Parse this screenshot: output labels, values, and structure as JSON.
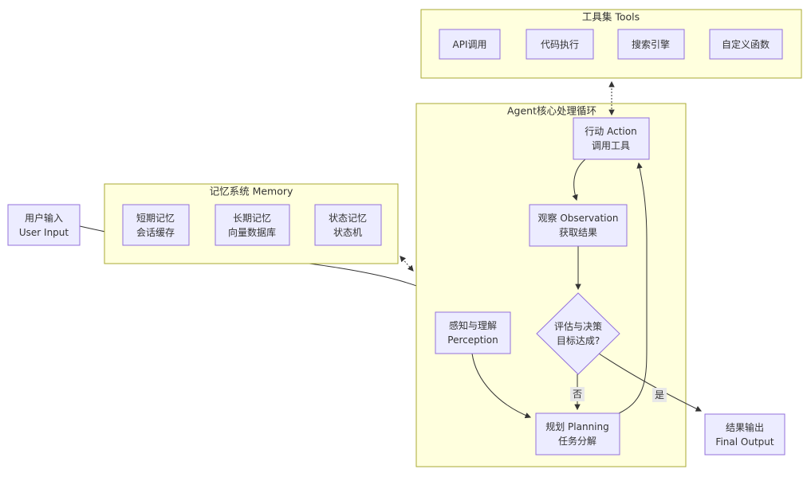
{
  "diagram": {
    "colors": {
      "node_fill": "#ECECFF",
      "node_border": "#9370DB",
      "cluster_fill": "#FFFFDE",
      "cluster_border": "#AAAA33",
      "edge": "#333333",
      "label_bg": "#E8E8E8",
      "text": "#333333"
    },
    "clusters": {
      "tools": {
        "title": "工具集 Tools"
      },
      "memory": {
        "title": "记忆系统 Memory"
      },
      "agent_loop": {
        "title": "Agent核心处理循环"
      }
    },
    "nodes": {
      "api_call": {
        "line1": "API调用"
      },
      "code_exec": {
        "line1": "代码执行"
      },
      "search_engine": {
        "line1": "搜索引擎"
      },
      "custom_func": {
        "line1": "自定义函数"
      },
      "user_input": {
        "line1": "用户输入",
        "line2": "User Input"
      },
      "short_memory": {
        "line1": "短期记忆",
        "line2": "会话缓存"
      },
      "long_memory": {
        "line1": "长期记忆",
        "line2": "向量数据库"
      },
      "state_memory": {
        "line1": "状态记忆",
        "line2": "状态机"
      },
      "action": {
        "line1": "行动 Action",
        "line2": "调用工具"
      },
      "observation": {
        "line1": "观察 Observation",
        "line2": "获取结果"
      },
      "decision": {
        "line1": "评估与决策",
        "line2": "目标达成?"
      },
      "perception": {
        "line1": "感知与理解",
        "line2": "Perception"
      },
      "planning": {
        "line1": "规划 Planning",
        "line2": "任务分解"
      },
      "final_output": {
        "line1": "结果输出",
        "line2": "Final Output"
      }
    },
    "edge_labels": {
      "no": "否",
      "yes": "是"
    }
  }
}
